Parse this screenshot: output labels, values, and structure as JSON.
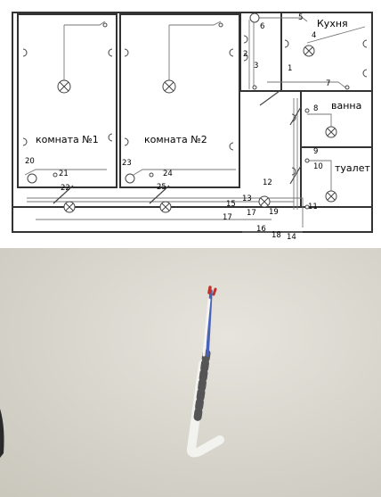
{
  "rooms": {
    "room1": "комната №1",
    "room2": "комната №2",
    "kitchen": "Кухня",
    "bath": "ванна",
    "toilet": "туалет"
  },
  "numbers": [
    "1",
    "2",
    "3",
    "4",
    "5",
    "6",
    "7",
    "8",
    "9",
    "10",
    "11",
    "12",
    "13",
    "14",
    "15",
    "16",
    "17",
    "17",
    "18",
    "19",
    "20",
    "21",
    "22",
    "23",
    "24",
    "25"
  ],
  "colors": {
    "wall": "#333333",
    "wire": "#777777",
    "photo_bg": "#d9d6ce",
    "cable_white": "#f2f2ee",
    "wire_blue": "#4a63b8",
    "wire_red": "#c0342c"
  }
}
